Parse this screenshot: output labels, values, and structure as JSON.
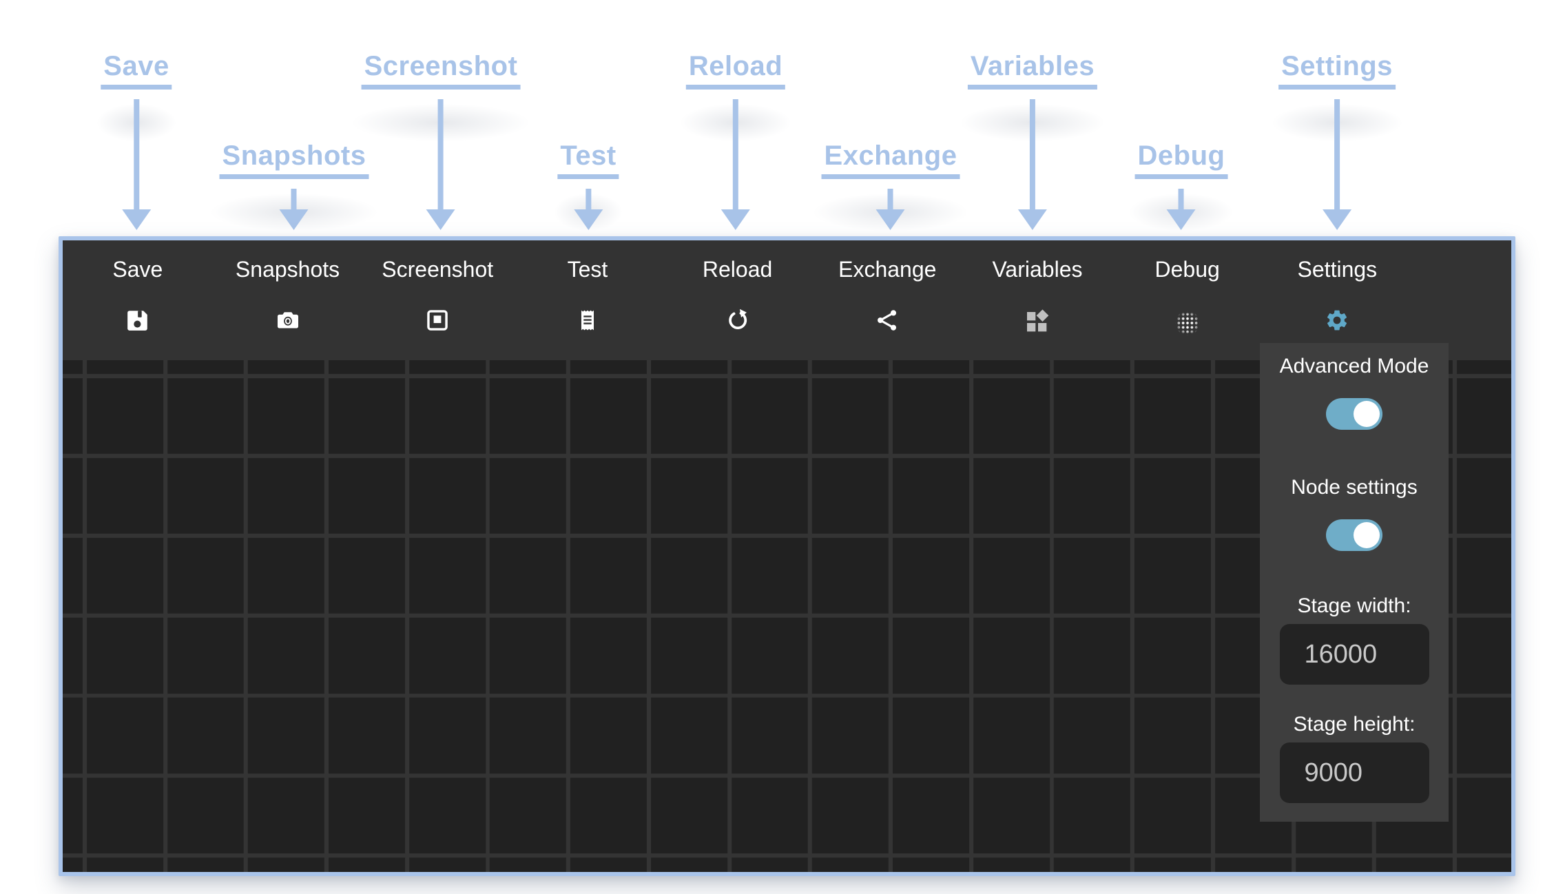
{
  "annotations": {
    "items": [
      {
        "label": "Save"
      },
      {
        "label": "Snapshots"
      },
      {
        "label": "Screenshot"
      },
      {
        "label": "Test"
      },
      {
        "label": "Reload"
      },
      {
        "label": "Exchange"
      },
      {
        "label": "Variables"
      },
      {
        "label": "Debug"
      },
      {
        "label": "Settings"
      }
    ]
  },
  "toolbar": {
    "items": [
      {
        "label": "Save",
        "icon": "save-icon"
      },
      {
        "label": "Snapshots",
        "icon": "camera-icon"
      },
      {
        "label": "Screenshot",
        "icon": "screenshot-frame-icon"
      },
      {
        "label": "Test",
        "icon": "receipt-icon"
      },
      {
        "label": "Reload",
        "icon": "reload-icon"
      },
      {
        "label": "Exchange",
        "icon": "share-icon"
      },
      {
        "label": "Variables",
        "icon": "widgets-icon"
      },
      {
        "label": "Debug",
        "icon": "dot-grid-icon"
      },
      {
        "label": "Settings",
        "icon": "gear-icon",
        "active": true
      }
    ]
  },
  "panel": {
    "advanced_mode_label": "Advanced Mode",
    "advanced_mode_on": true,
    "node_settings_label": "Node settings",
    "node_settings_on": true,
    "stage_width_label": "Stage width:",
    "stage_width_value": "16000",
    "stage_height_label": "Stage height:",
    "stage_height_value": "9000"
  },
  "colors": {
    "annotation_blue": "#a8c3e8",
    "window_border": "#a9c4ea",
    "toolbar_bg": "#333333",
    "panel_bg": "#3e3e3e",
    "canvas_bg": "#212121",
    "grid_line": "#343434",
    "accent_gear": "#5fa8c8",
    "toggle_track": "#6fadc8",
    "input_bg": "#232323",
    "input_text": "#c9c9c9"
  }
}
